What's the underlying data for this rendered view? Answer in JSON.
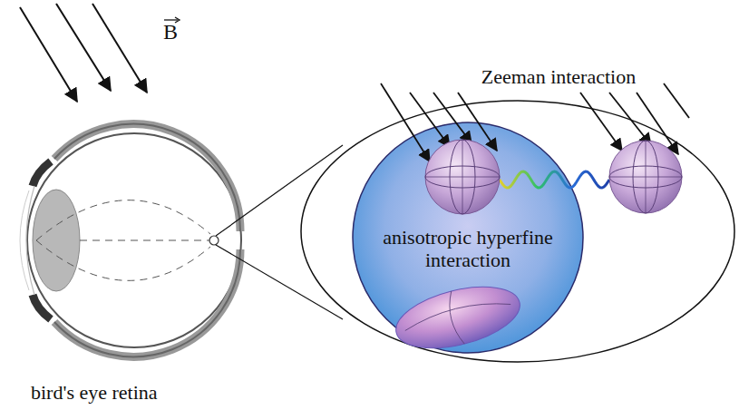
{
  "diagram": {
    "nodes": [
      {
        "text": [
          "Zeeman interaction"
        ]
      },
      {
        "text": [
          "anisotropic hyperfine interaction"
        ],
        "in": 0
      }
    ],
    "labels": [
      "B",
      "bird's eye retina"
    ]
  }
}
